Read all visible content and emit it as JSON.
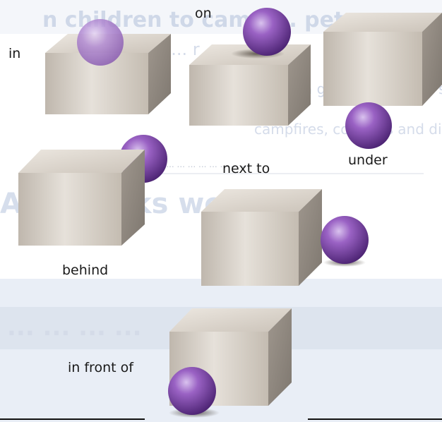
{
  "labels": {
    "in": "in",
    "on": "on",
    "under": "under",
    "next_to": "next to",
    "behind": "behind",
    "in_front_of": "in front of"
  },
  "colors": {
    "box_top": "#d9d3cb",
    "box_front": "#cfc8bf",
    "box_side": "#a69f97",
    "ball": "#7a45a3",
    "ball_highlight": "#c7a8df"
  }
}
